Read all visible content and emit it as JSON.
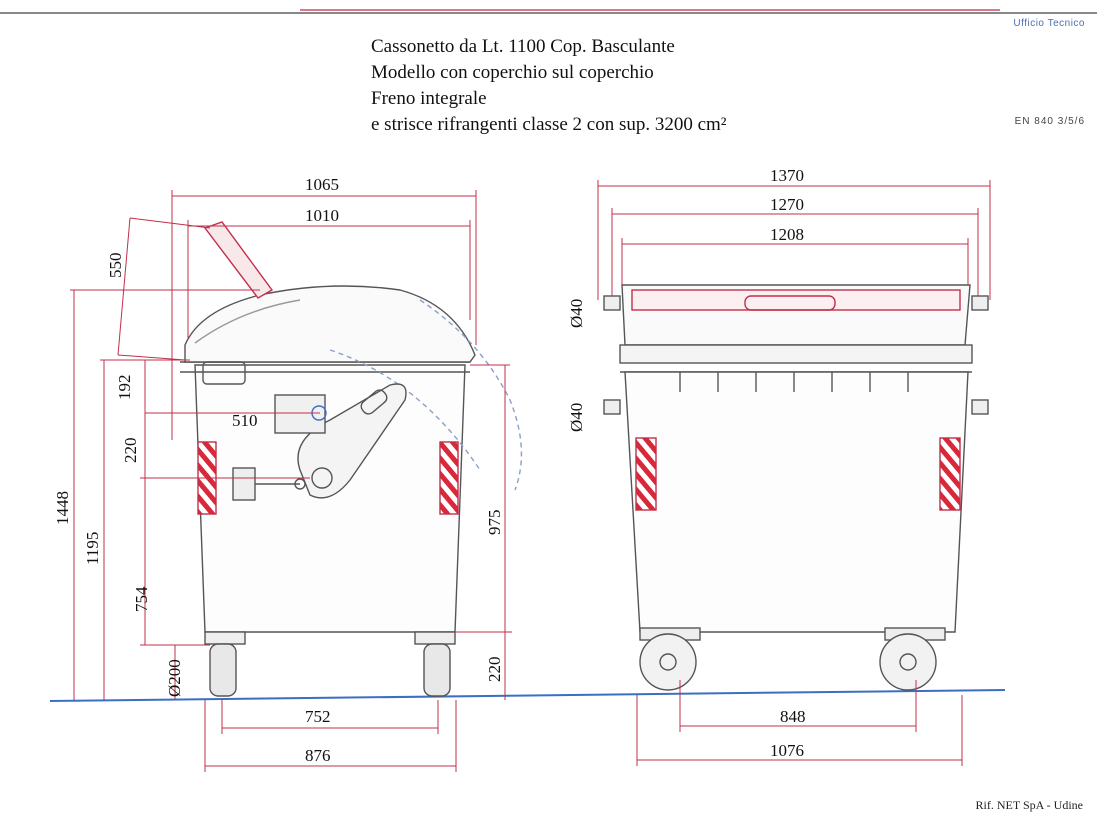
{
  "header": {
    "office": "Ufficio Tecnico",
    "norm": "EN 840 3/5/6"
  },
  "title": {
    "line1": "Cassonetto da Lt. 1100 Cop. Basculante",
    "line2": "Modello con coperchio sul coperchio",
    "line3": "Freno integrale",
    "line4": "e strisce rifrangenti classe 2 con sup. 3200 cm²"
  },
  "side_view": {
    "dims": {
      "overall_width": "1065",
      "lid_width": "1010",
      "lid_open": "550",
      "height_total": "1448",
      "height_rim": "1195",
      "rim_to_pin": "192",
      "pin_offset": "510",
      "pin_to_hook": "220",
      "hook_height": "754",
      "wheel_diameter": "Ø200",
      "rear_height": "975",
      "axle_height": "220",
      "wheelbase": "752",
      "base_width": "876"
    }
  },
  "front_view": {
    "dims": {
      "overall_width": "1370",
      "pins_width": "1270",
      "body_width": "1208",
      "pin_top": "Ø40",
      "pin_bottom": "Ø40",
      "wheel_track": "848",
      "base_width": "1076"
    }
  },
  "footer": {
    "reference": "Rif. NET SpA - Udine"
  },
  "colors": {
    "line": "#555555",
    "dimension": "#c0304a",
    "ground": "#3b6fc4",
    "stripe": "#d8283a"
  }
}
